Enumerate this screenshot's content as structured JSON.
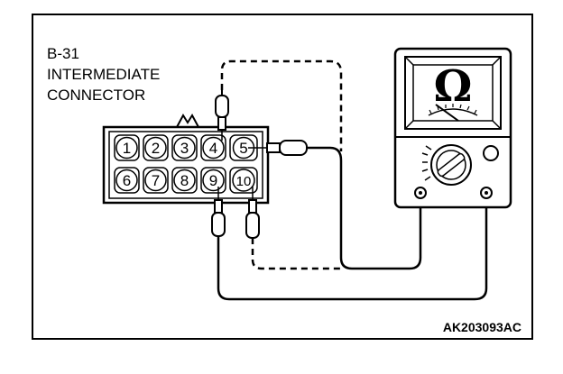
{
  "labels": {
    "line1": "B-31",
    "line2": "INTERMEDIATE",
    "line3": "CONNECTOR"
  },
  "pins": {
    "top": [
      "1",
      "2",
      "3",
      "4",
      "5"
    ],
    "bottom": [
      "6",
      "7",
      "8",
      "9",
      "10"
    ]
  },
  "meter": {
    "unit_symbol": "Ω"
  },
  "figure_code": "AK203093AC"
}
